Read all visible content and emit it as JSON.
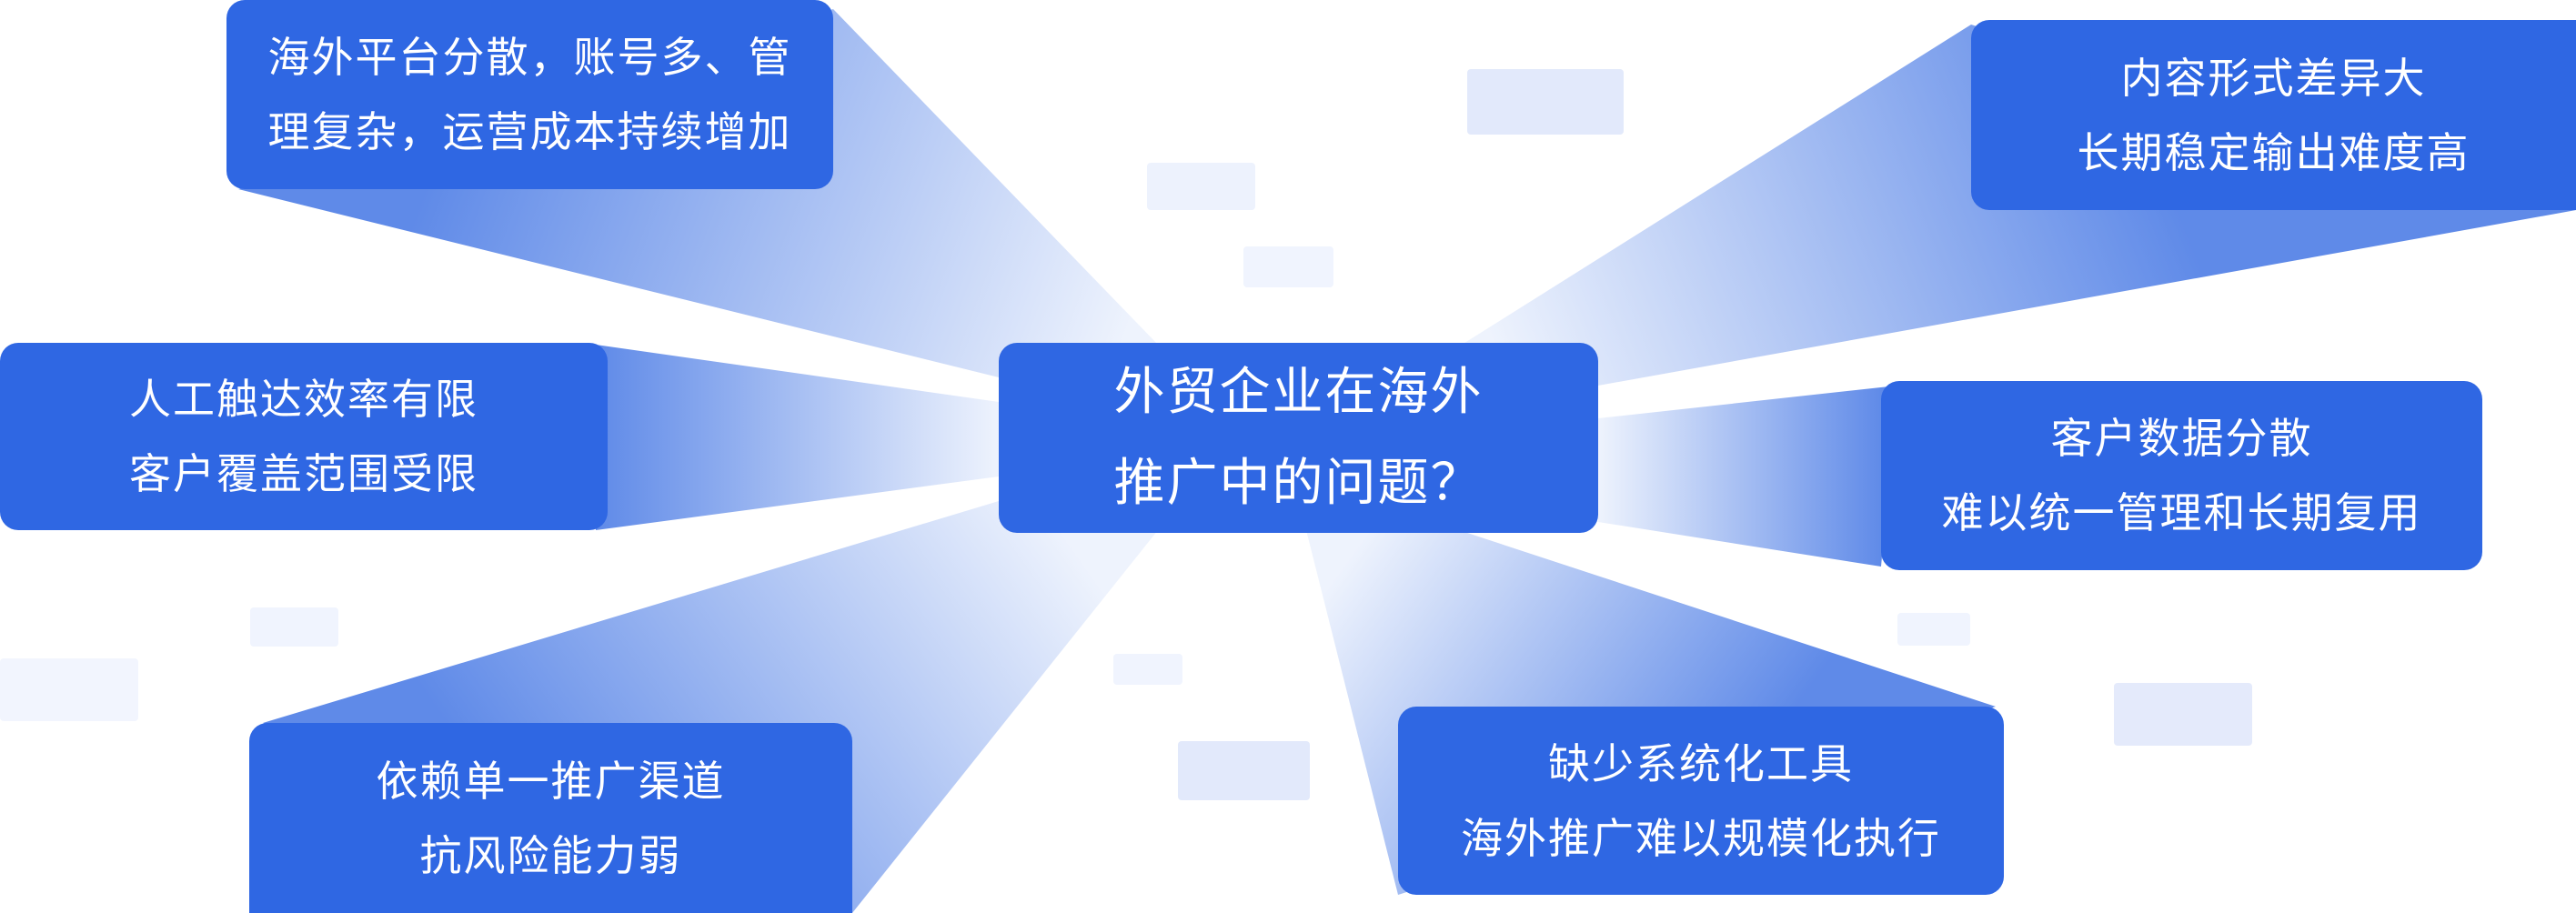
{
  "center": {
    "lines": [
      "外贸企业在海外",
      "推广中的问题？"
    ]
  },
  "problems": [
    {
      "lines": [
        "海外平台分散，账号多、管",
        "理复杂，运营成本持续增加"
      ]
    },
    {
      "lines": [
        "内容形式差异大",
        "长期稳定输出难度高"
      ]
    },
    {
      "lines": [
        "人工触达效率有限",
        "客户覆盖范围受限"
      ]
    },
    {
      "lines": [
        "客户数据分散",
        "难以统一管理和长期复用"
      ]
    },
    {
      "lines": [
        "依赖单一推广渠道",
        "抗风险能力弱"
      ]
    },
    {
      "lines": [
        "缺少系统化工具",
        "海外推广难以规模化执行"
      ]
    }
  ],
  "colors": {
    "box": "#2f67e3",
    "beam_strong": "#5a86e8",
    "beam_light": "#e6edfc",
    "deco": "#e4eafb"
  }
}
